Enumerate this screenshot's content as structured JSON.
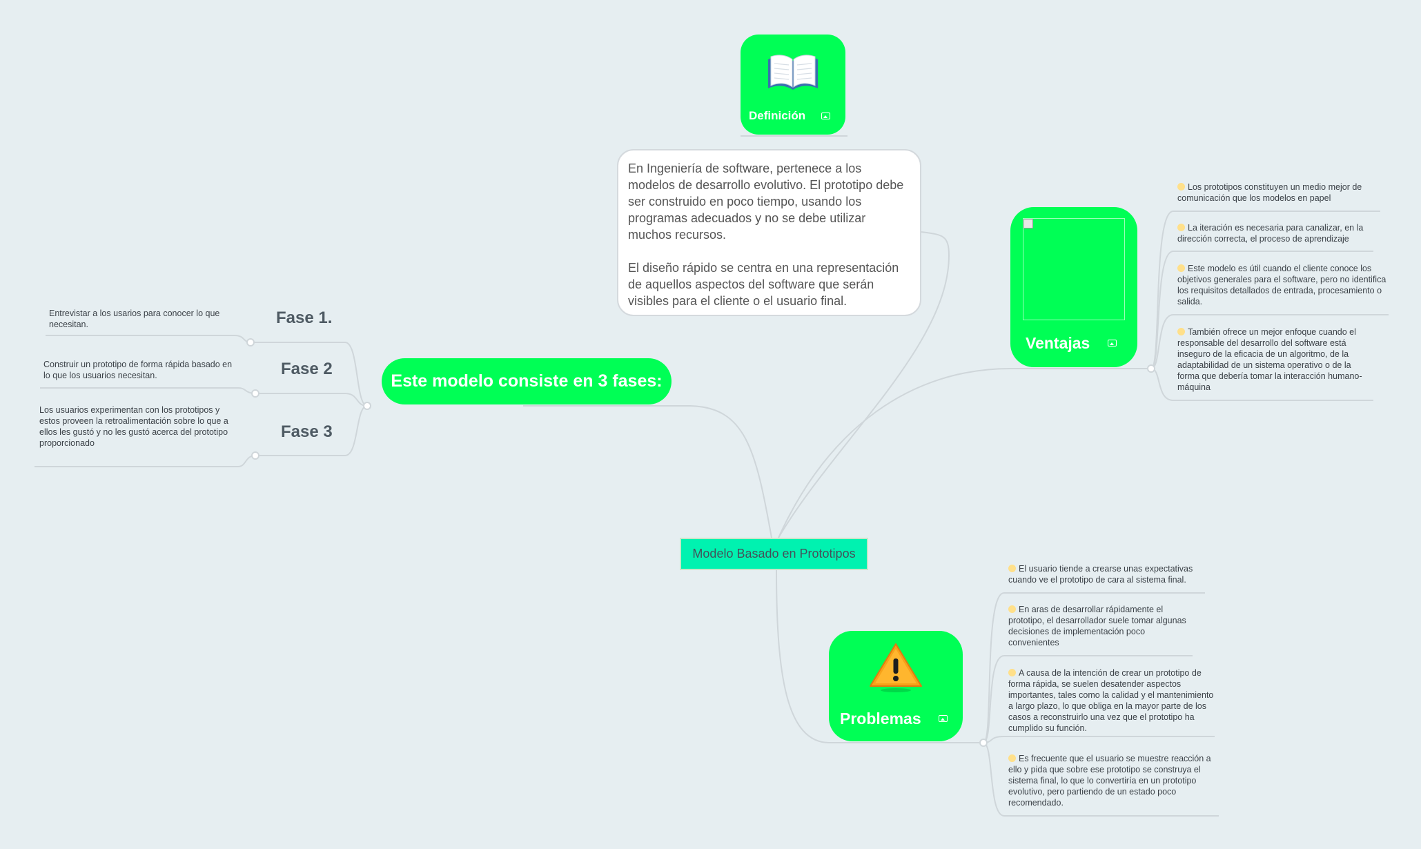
{
  "root": {
    "label": "Modelo Basado en Prototipos"
  },
  "definition": {
    "label": "Definición",
    "icon": "book-icon",
    "paragraphs": [
      "En Ingeniería de software, pertenece a los modelos de desarrollo evolutivo. El prototipo debe ser construido en poco tiempo, usando los programas adecuados y no se debe utilizar muchos recursos.",
      "El diseño rápido se centra en una representación de aquellos aspectos del software que serán visibles para el cliente o el usuario final."
    ]
  },
  "phases": {
    "label": "Este modelo consiste en 3 fases:",
    "items": [
      {
        "label": "Fase 1.",
        "description": "Entrevistar a los usarios para conocer lo que necesitan."
      },
      {
        "label": "Fase 2",
        "description": "Construir un prototipo de forma rápida basado en lo que los usuarios necesitan."
      },
      {
        "label": "Fase 3",
        "description": "Los usuarios experimentan con los prototipos y estos proveen la retroalimentación sobre lo que a ellos les gustó y no les gustó acerca del prototipo proporcionado"
      }
    ]
  },
  "advantages": {
    "label": "Ventajas",
    "items": [
      "Los prototipos constituyen un medio mejor de comunicación que los modelos en papel",
      "La iteración es necesaria para canalizar, en la dirección correcta, el proceso de aprendizaje",
      "Este modelo es útil cuando el cliente conoce los objetivos generales para el software, pero no identifica los requisitos detallados de entrada, procesamiento o salida.",
      "También ofrece un mejor enfoque cuando el responsable del desarrollo del software está inseguro de la eficacia de un algoritmo, de la adaptabilidad de un sistema operativo o de la forma que debería tomar la interacción humano-máquina"
    ]
  },
  "problems": {
    "label": "Problemas",
    "icon": "warning-icon",
    "items": [
      "El usuario tiende a crearse unas expectativas cuando ve el prototipo de cara al sistema final.",
      "En aras de desarrollar rápidamente el prototipo, el desarrollador suele tomar algunas decisiones de implementación poco convenientes",
      "A causa de la intención de crear un prototipo de forma rápida, se suelen desatender aspectos importantes, tales como la calidad y el mantenimiento a largo plazo, lo que obliga en la mayor parte de los casos a reconstruirlo una vez que el prototipo ha cumplido su función.",
      "Es frecuente que el usuario se muestre reacción a ello y pida que sobre ese prototipo se construya el sistema final, lo que lo convertiría en un prototipo evolutivo, pero partiendo de un estado poco recomendado."
    ]
  },
  "colors": {
    "topic": "#00ff55",
    "root": "#00f2b0",
    "background": "#e6eef1",
    "bullet": "#ffe08a",
    "connector": "#cfd6da"
  }
}
